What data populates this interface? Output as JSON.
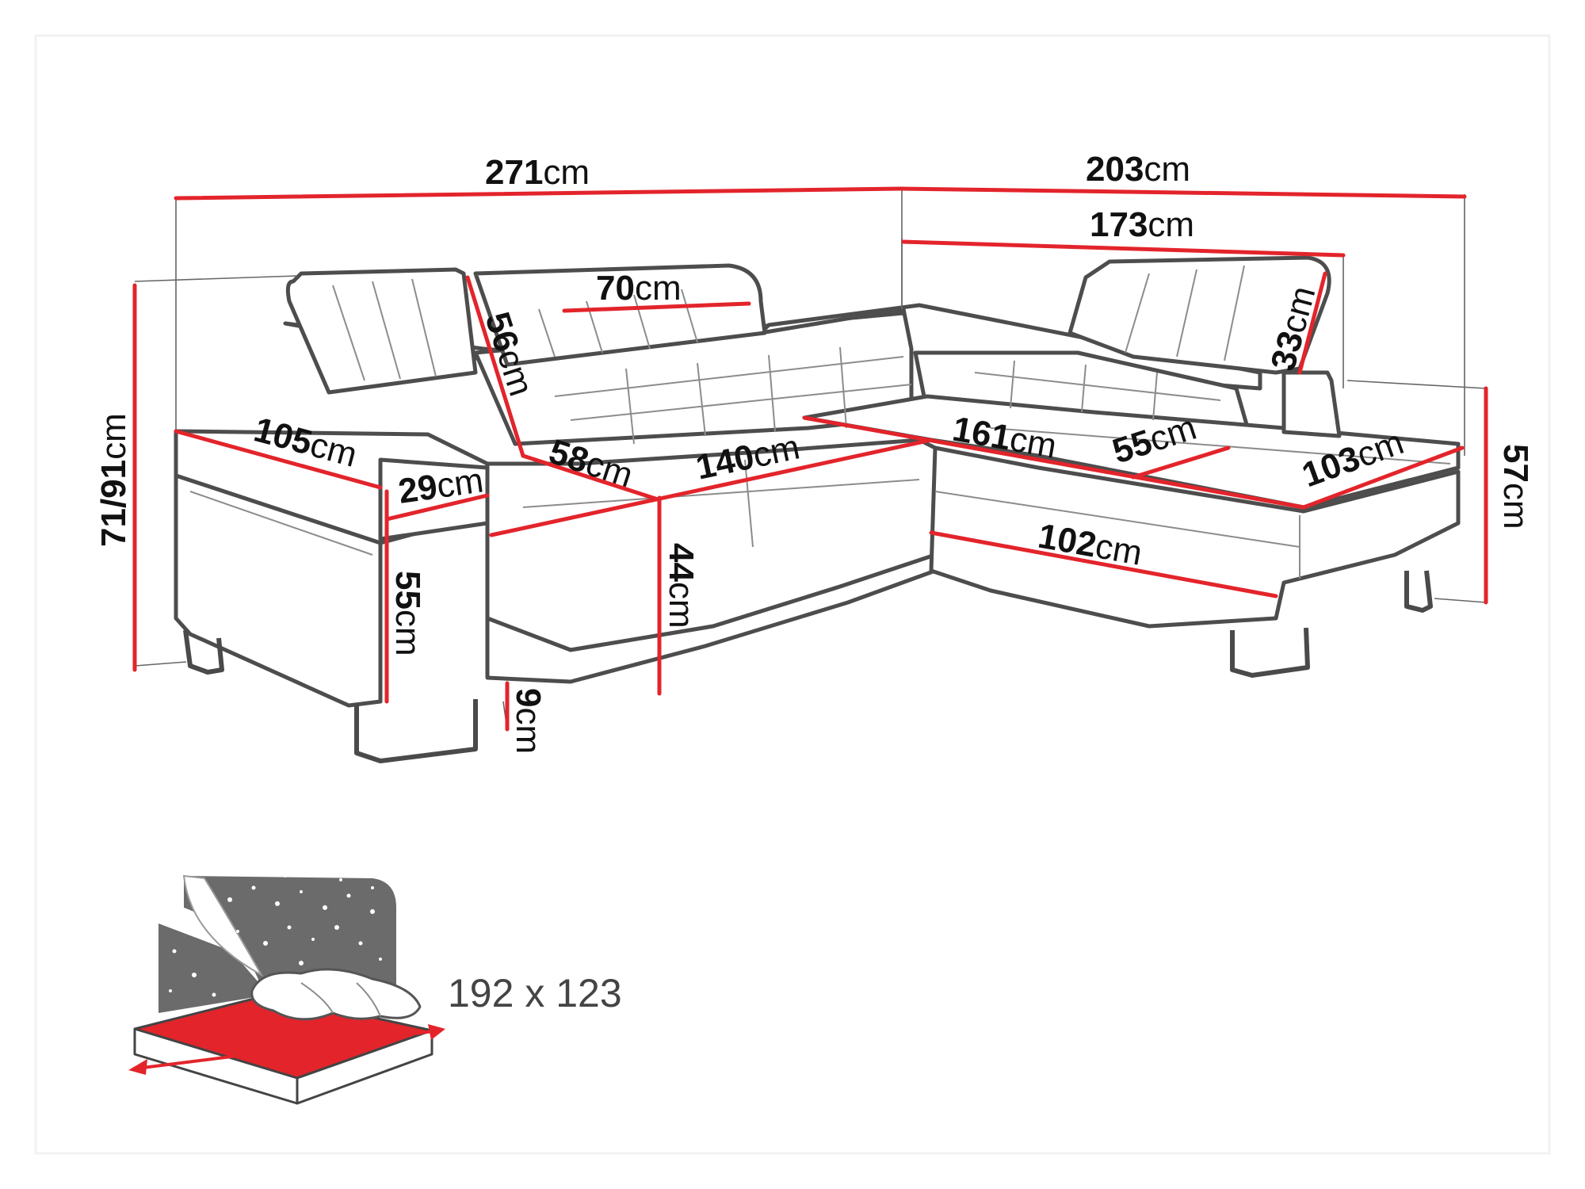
{
  "colors": {
    "dimension_line": "#e3242b",
    "outline": "#4d4d4d",
    "bed_surface": "#e3242b",
    "night_panel": "#6b6b6b"
  },
  "dimensions": [
    {
      "id": "total-width-left",
      "value": "271",
      "unit": "cm"
    },
    {
      "id": "total-width-right",
      "value": "203",
      "unit": "cm"
    },
    {
      "id": "chaise-back-width",
      "value": "173",
      "unit": "cm"
    },
    {
      "id": "headrest-width",
      "value": "70",
      "unit": "cm"
    },
    {
      "id": "backrest-height",
      "value": "56",
      "unit": "cm"
    },
    {
      "id": "right-headrest",
      "value": "33",
      "unit": "cm"
    },
    {
      "id": "total-height",
      "value": "71/91",
      "unit": "cm"
    },
    {
      "id": "armrest-depth",
      "value": "105",
      "unit": "cm"
    },
    {
      "id": "armrest-width",
      "value": "29",
      "unit": "cm"
    },
    {
      "id": "seat-depth",
      "value": "58",
      "unit": "cm"
    },
    {
      "id": "seat-width",
      "value": "140",
      "unit": "cm"
    },
    {
      "id": "chaise-seat-width",
      "value": "161",
      "unit": "cm"
    },
    {
      "id": "chaise-seat-depth",
      "value": "55",
      "unit": "cm"
    },
    {
      "id": "chaise-depth",
      "value": "103",
      "unit": "cm"
    },
    {
      "id": "chaise-height",
      "value": "57",
      "unit": "cm"
    },
    {
      "id": "chaise-front",
      "value": "102",
      "unit": "cm"
    },
    {
      "id": "arm-height",
      "value": "55",
      "unit": "cm"
    },
    {
      "id": "seat-height",
      "value": "44",
      "unit": "cm"
    },
    {
      "id": "leg-height",
      "value": "9",
      "unit": "cm"
    }
  ],
  "bed": {
    "label": "192 x 123",
    "icon": "sleeping-surface-icon"
  }
}
